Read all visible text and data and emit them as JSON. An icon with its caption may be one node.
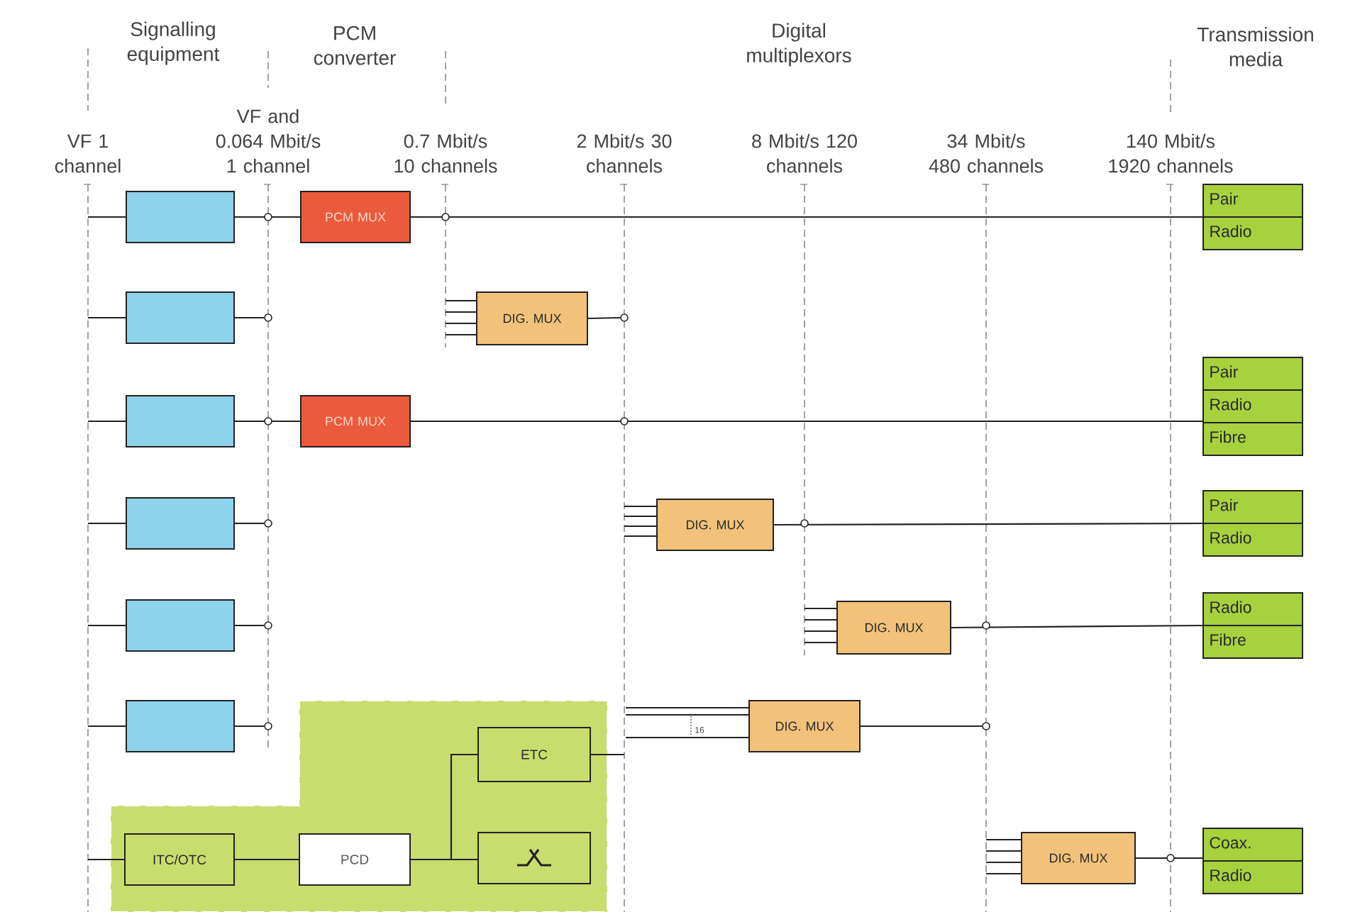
{
  "diagram": {
    "nodes": [
      {
        "text": [],
        "shape": "box"
      },
      {
        "text": [
          "PCM MUX"
        ]
      },
      {
        "text": [
          "Pair",
          "Radio"
        ]
      },
      {
        "text": [],
        "shape": "box"
      },
      {
        "text": [
          "DIG. MUX"
        ]
      },
      {
        "text": [],
        "shape": "box"
      },
      {
        "text": [
          "PCM MUX"
        ]
      },
      {
        "text": [
          "Pair",
          "Radio",
          "Fibre"
        ]
      },
      {
        "text": [],
        "shape": "box"
      },
      {
        "text": [
          "DIG. MUX"
        ]
      },
      {
        "text": [
          "Pair",
          "Radio"
        ]
      },
      {
        "text": [],
        "shape": "box"
      },
      {
        "text": [
          "DIG. MUX"
        ]
      },
      {
        "text": [
          "Radio",
          "Fibre"
        ]
      },
      {
        "text": [],
        "shape": "box"
      },
      {
        "text": [],
        "shape": "box"
      },
      {
        "text": [
          "DIG. MUX"
        ]
      },
      {
        "text": [
          "ITC/OTC"
        ],
        "in": 15
      },
      {
        "text": [
          "PCD"
        ],
        "in": 15
      },
      {
        "text": [
          "ETC"
        ],
        "in": 15
      },
      {
        "text": [],
        "shape": "box",
        "in": 15
      },
      {
        "text": [
          "DIG. MUX"
        ]
      },
      {
        "text": [
          "Coax.",
          "Radio"
        ]
      },
      {
        "text": [],
        "shape": "circle"
      },
      {
        "text": [],
        "shape": "circle"
      },
      {
        "text": [],
        "shape": "circle"
      },
      {
        "text": [],
        "shape": "circle"
      },
      {
        "text": [],
        "shape": "circle"
      },
      {
        "text": [],
        "shape": "circle"
      }
    ],
    "edges": [
      {
        "from": null,
        "to": 0,
        "arrow": "none"
      },
      {
        "from": 0,
        "to": 1,
        "arrow": "none"
      },
      {
        "from": 1,
        "to": 2,
        "arrow": "none"
      },
      {
        "from": null,
        "to": 3,
        "arrow": "none"
      },
      {
        "from": 3,
        "to": 23,
        "arrow": "none"
      },
      {
        "from": null,
        "to": 4,
        "arrow": "none"
      },
      {
        "from": null,
        "to": 4,
        "arrow": "none"
      },
      {
        "from": null,
        "to": 4,
        "arrow": "none"
      },
      {
        "from": null,
        "to": 4,
        "arrow": "none"
      },
      {
        "from": 4,
        "to": 24,
        "arrow": "none"
      },
      {
        "from": null,
        "to": 5,
        "arrow": "none"
      },
      {
        "from": 5,
        "to": 6,
        "arrow": "none"
      },
      {
        "from": 6,
        "to": 7,
        "arrow": "none"
      },
      {
        "from": null,
        "to": 8,
        "arrow": "none"
      },
      {
        "from": 8,
        "to": 25,
        "arrow": "none"
      },
      {
        "from": null,
        "to": 9,
        "arrow": "none"
      },
      {
        "from": null,
        "to": 9,
        "arrow": "none"
      },
      {
        "from": null,
        "to": 9,
        "arrow": "none"
      },
      {
        "from": null,
        "to": 9,
        "arrow": "none"
      },
      {
        "from": 9,
        "to": 10,
        "arrow": "none"
      },
      {
        "from": null,
        "to": 11,
        "arrow": "none"
      },
      {
        "from": 11,
        "to": 26,
        "arrow": "none"
      },
      {
        "from": null,
        "to": 12,
        "arrow": "none"
      },
      {
        "from": null,
        "to": 12,
        "arrow": "none"
      },
      {
        "from": null,
        "to": 12,
        "arrow": "none"
      },
      {
        "from": null,
        "to": 12,
        "arrow": "none"
      },
      {
        "from": 12,
        "to": 13,
        "arrow": "none"
      },
      {
        "from": null,
        "to": 14,
        "arrow": "none"
      },
      {
        "from": 14,
        "to": 27,
        "arrow": "none"
      },
      {
        "from": null,
        "to": 16,
        "arrow": "none"
      },
      {
        "from": null,
        "to": 16,
        "arrow": "none"
      },
      {
        "from": null,
        "to": 16,
        "arrow": "none"
      },
      {
        "from": 16,
        "to": 28,
        "arrow": "none"
      },
      {
        "from": null,
        "to": 17,
        "arrow": "none"
      },
      {
        "from": 17,
        "to": 18,
        "arrow": "none"
      },
      {
        "from": 18,
        "to": 19,
        "arrow": "none"
      },
      {
        "from": 18,
        "to": 20,
        "arrow": "none"
      },
      {
        "from": 19,
        "to": null,
        "arrow": "none"
      },
      {
        "from": null,
        "to": 21,
        "arrow": "none"
      },
      {
        "from": null,
        "to": 21,
        "arrow": "none"
      },
      {
        "from": null,
        "to": 21,
        "arrow": "none"
      },
      {
        "from": null,
        "to": 21,
        "arrow": "none"
      },
      {
        "from": 21,
        "to": 22,
        "arrow": "none"
      }
    ],
    "labels": [
      "Signalling equipment",
      "PCM converter",
      "Digital multiplexors",
      "Transmission media",
      "VF 1 channel",
      "VF and 0.064 Mbit/s 1 channel",
      "0.7 Mbit/s 10 channels",
      "2 Mbit/s 30 channels",
      "8 Mbit/s 120 channels",
      "34 Mbit/s 480 channels",
      "140 Mbit/s 1920 channels",
      "16"
    ]
  }
}
